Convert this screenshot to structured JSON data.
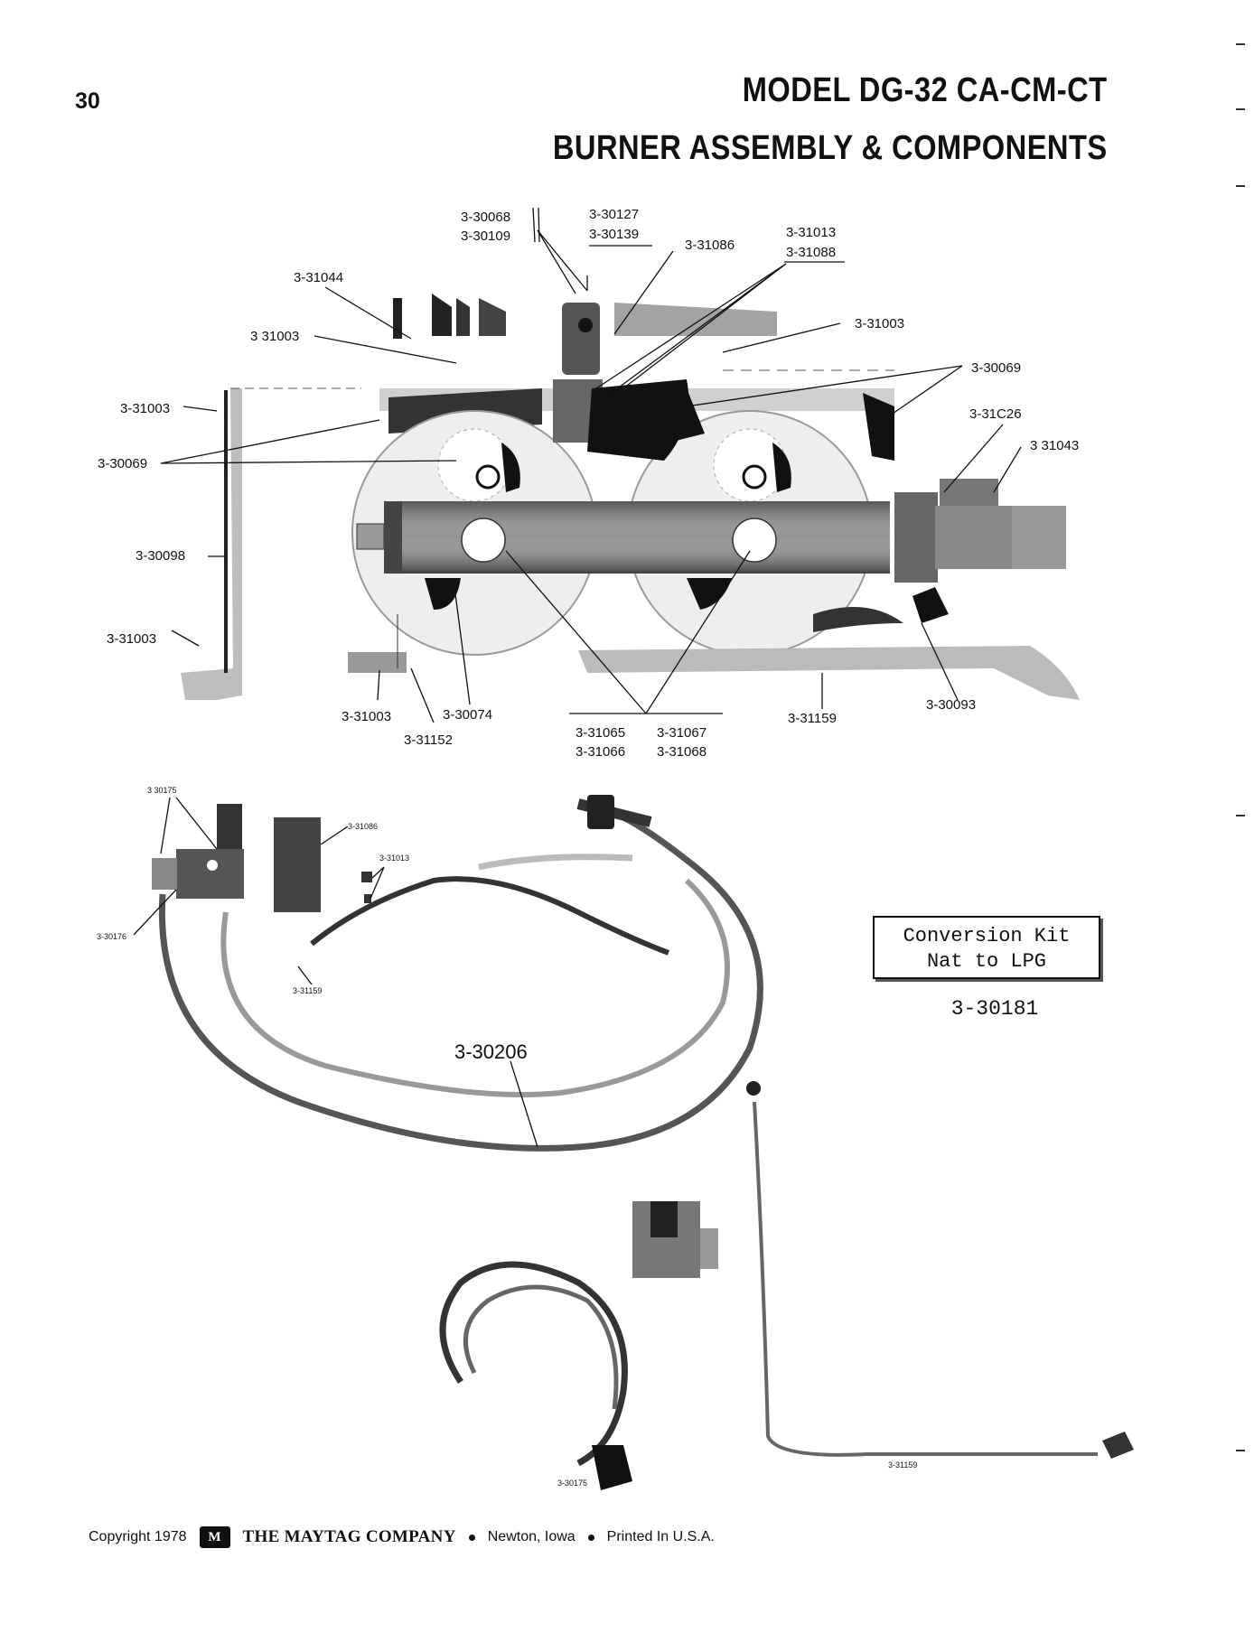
{
  "page": {
    "number": "30",
    "title_model": "MODEL  DG-32  CA-CM-CT",
    "title_section": "BURNER ASSEMBLY & COMPONENTS"
  },
  "top_labels": {
    "a": "3-30068",
    "b": "3-30109",
    "c": "3-30127",
    "d": "3-30139",
    "e": "3-31086",
    "f": "3-31013",
    "g": "3-31088",
    "h": "3-31044",
    "i": "3 31003",
    "j": "3-31003",
    "k": "3-30069",
    "l": "3-31003",
    "m": "3-30069",
    "n": "3-31C26",
    "o": "3 31043",
    "p": "3-30098",
    "q": "3-31003",
    "r": "3-31003",
    "s": "3-30074",
    "t": "3-31152",
    "u": "3-31065",
    "v": "3-31067",
    "w": "3-31066",
    "x": "3-31068",
    "y": "3-31159",
    "z": "3-30093"
  },
  "bottom_labels": {
    "a": "3 30175",
    "b": "3-31086",
    "c": "3-31013",
    "d": "3-30176",
    "e": "3-31159",
    "f": "3-30206",
    "g": "3-30175",
    "h": "3-31159"
  },
  "conversion_kit": {
    "line1": "Conversion Kit",
    "line2": "Nat to LPG",
    "part": "3-30181"
  },
  "footer": {
    "copyright": "Copyright 1978",
    "logo": "M",
    "company": "THE MAYTAG COMPANY",
    "location": "Newton, Iowa",
    "printed": "Printed In U.S.A."
  }
}
